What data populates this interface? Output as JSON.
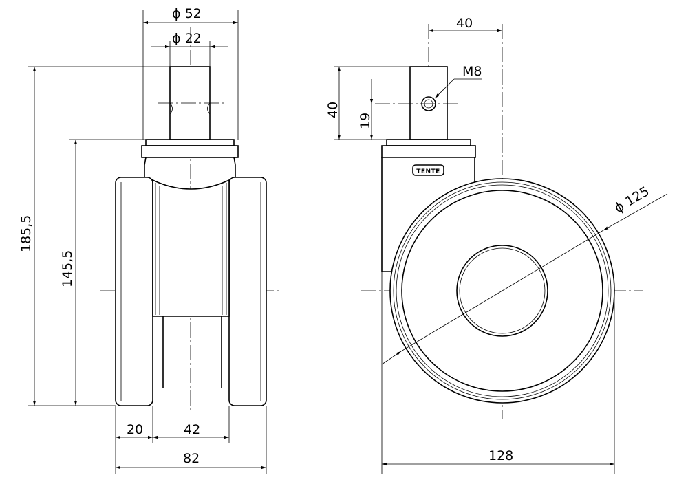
{
  "side_view": {
    "dim_diameter_52": "ϕ 52",
    "dim_diameter_22": "ϕ 22",
    "dim_total_height": "185,5",
    "dim_wheel_height": "145,5",
    "dim_tire_width": "20",
    "dim_inner_width": "42",
    "dim_total_width": "82"
  },
  "front_view": {
    "dim_offset": "40",
    "dim_stem_height": "40",
    "dim_hole_height": "19",
    "thread_label": "M8",
    "dim_wheel_diameter": "ϕ 125",
    "dim_overall_length": "128",
    "brand_logo": "TENTE"
  }
}
